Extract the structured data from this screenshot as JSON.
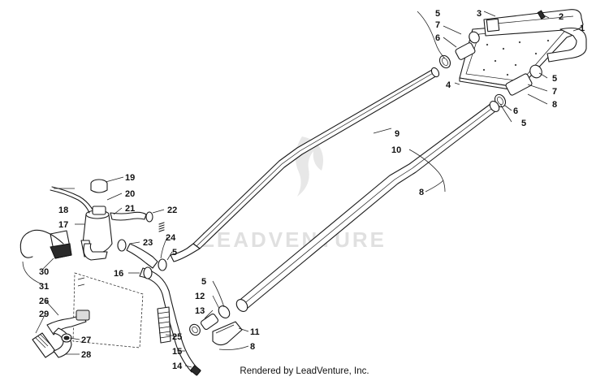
{
  "callouts": [
    {
      "id": "c1",
      "text": "1"
    },
    {
      "id": "c2",
      "text": "2"
    },
    {
      "id": "c3",
      "text": "3"
    },
    {
      "id": "c4",
      "text": "4"
    },
    {
      "id": "c5a",
      "text": "5"
    },
    {
      "id": "c7a",
      "text": "7"
    },
    {
      "id": "c6a",
      "text": "6"
    },
    {
      "id": "c5b",
      "text": "5"
    },
    {
      "id": "c7b",
      "text": "7"
    },
    {
      "id": "c8a",
      "text": "8"
    },
    {
      "id": "c6b",
      "text": "6"
    },
    {
      "id": "c5c",
      "text": "5"
    },
    {
      "id": "c9",
      "text": "9"
    },
    {
      "id": "c10",
      "text": "10"
    },
    {
      "id": "c8b",
      "text": "8"
    },
    {
      "id": "c19",
      "text": "19"
    },
    {
      "id": "c20",
      "text": "20"
    },
    {
      "id": "c21",
      "text": "21"
    },
    {
      "id": "c22",
      "text": "22"
    },
    {
      "id": "c18",
      "text": "18"
    },
    {
      "id": "c17",
      "text": "17"
    },
    {
      "id": "c23",
      "text": "23"
    },
    {
      "id": "c24",
      "text": "24"
    },
    {
      "id": "c5d",
      "text": "5"
    },
    {
      "id": "c16",
      "text": "16"
    },
    {
      "id": "c30",
      "text": "30"
    },
    {
      "id": "c31",
      "text": "31"
    },
    {
      "id": "c26",
      "text": "26"
    },
    {
      "id": "c29",
      "text": "29"
    },
    {
      "id": "c27",
      "text": "27"
    },
    {
      "id": "c28",
      "text": "28"
    },
    {
      "id": "c5e",
      "text": "5"
    },
    {
      "id": "c12",
      "text": "12"
    },
    {
      "id": "c13",
      "text": "13"
    },
    {
      "id": "c25",
      "text": "25"
    },
    {
      "id": "c15",
      "text": "15"
    },
    {
      "id": "c14",
      "text": "14"
    },
    {
      "id": "c11",
      "text": "11"
    },
    {
      "id": "c8c",
      "text": "8"
    }
  ],
  "watermark": {
    "text": "LEADVENTURE"
  },
  "footer": {
    "text": "Rendered by LeadVenture, Inc."
  }
}
